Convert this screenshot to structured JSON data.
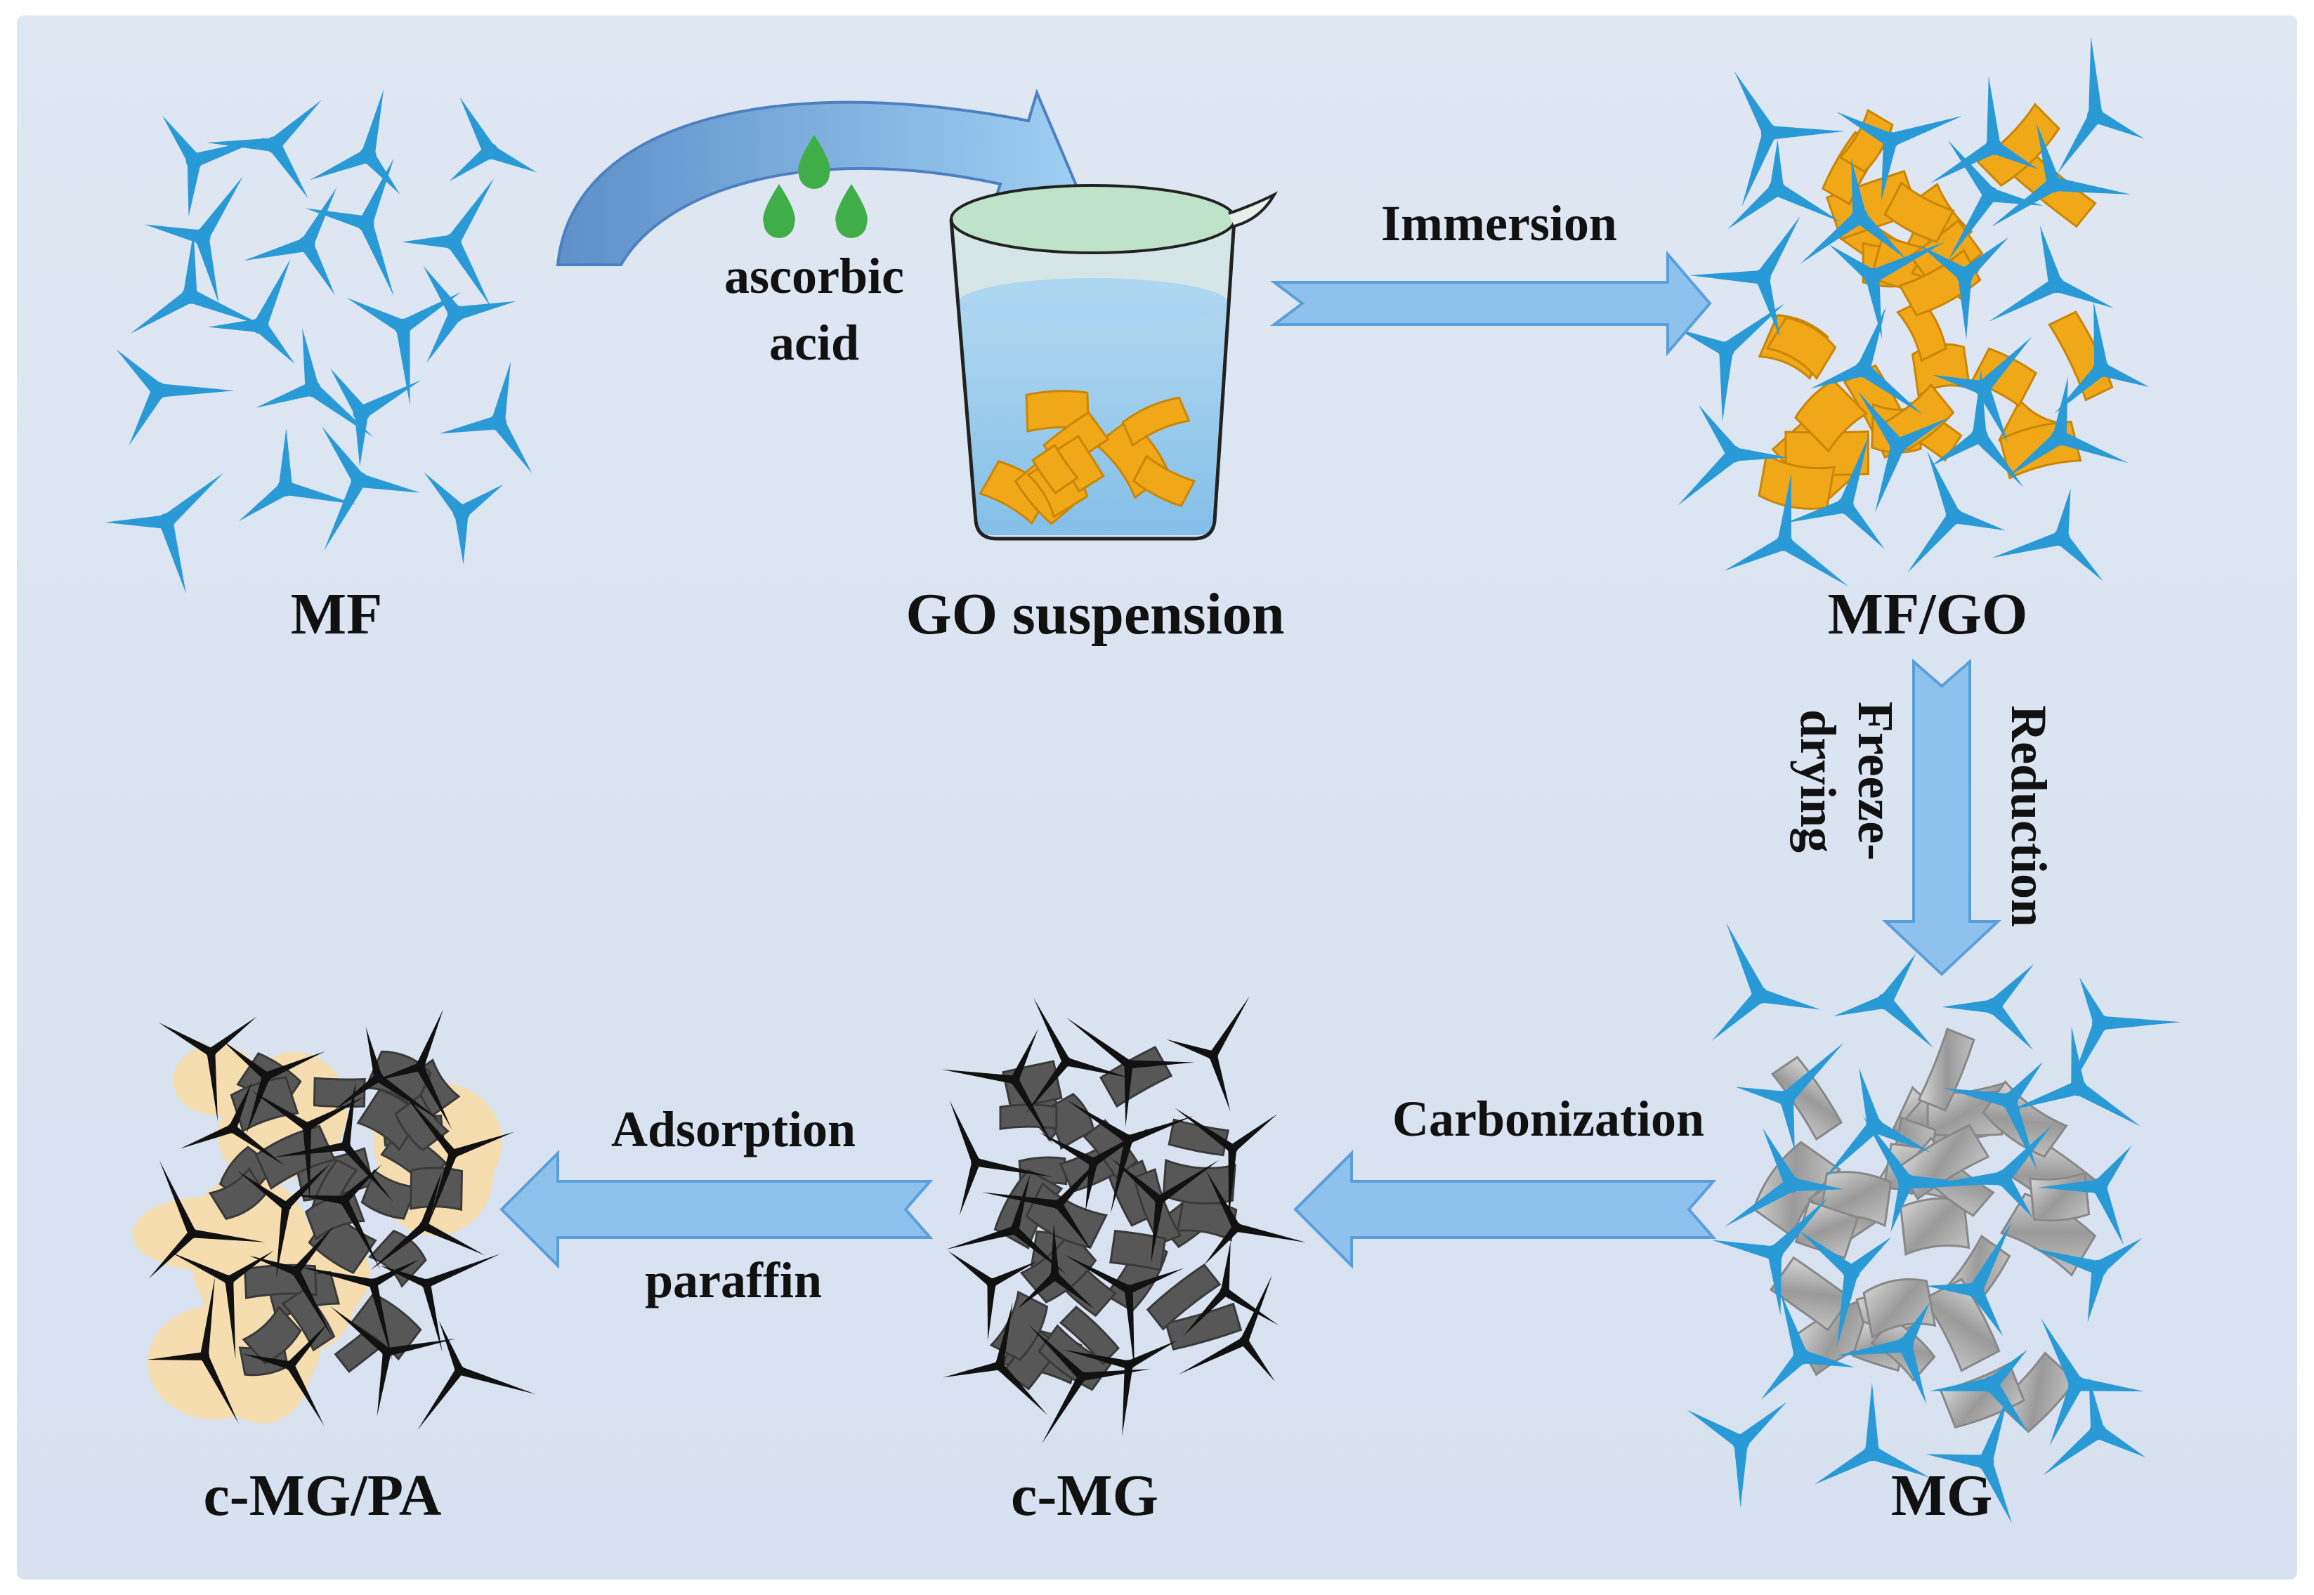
{
  "labels": {
    "mf": "MF",
    "go_suspension": "GO suspension",
    "mf_go": "MF/GO",
    "mg": "MG",
    "c_mg": "c-MG",
    "c_mg_pa": "c-MG/PA"
  },
  "annotations": {
    "ascorbic_line1": "ascorbic",
    "ascorbic_line2": "acid",
    "immersion": "Immersion",
    "reduction": "Reduction",
    "freeze_line1": "Freeze-",
    "freeze_line2": "drying",
    "carbonization": "Carbonization",
    "adsorption": "Adsorption",
    "paraffin": "paraffin"
  },
  "colors": {
    "background": "#dbe4f1",
    "melamine_skeleton": "#2a9ad6",
    "carbon_skeleton": "#111111",
    "go_sheet": "#f0a818",
    "rgo_sheet": "#9a9a9a",
    "carbon_sheet": "#575757",
    "paraffin_fill": "#f6ddb0",
    "arrow_fill": "#8ec2ec",
    "arrow_edge": "#5a9edb",
    "acid_drop": "#3fae49"
  }
}
